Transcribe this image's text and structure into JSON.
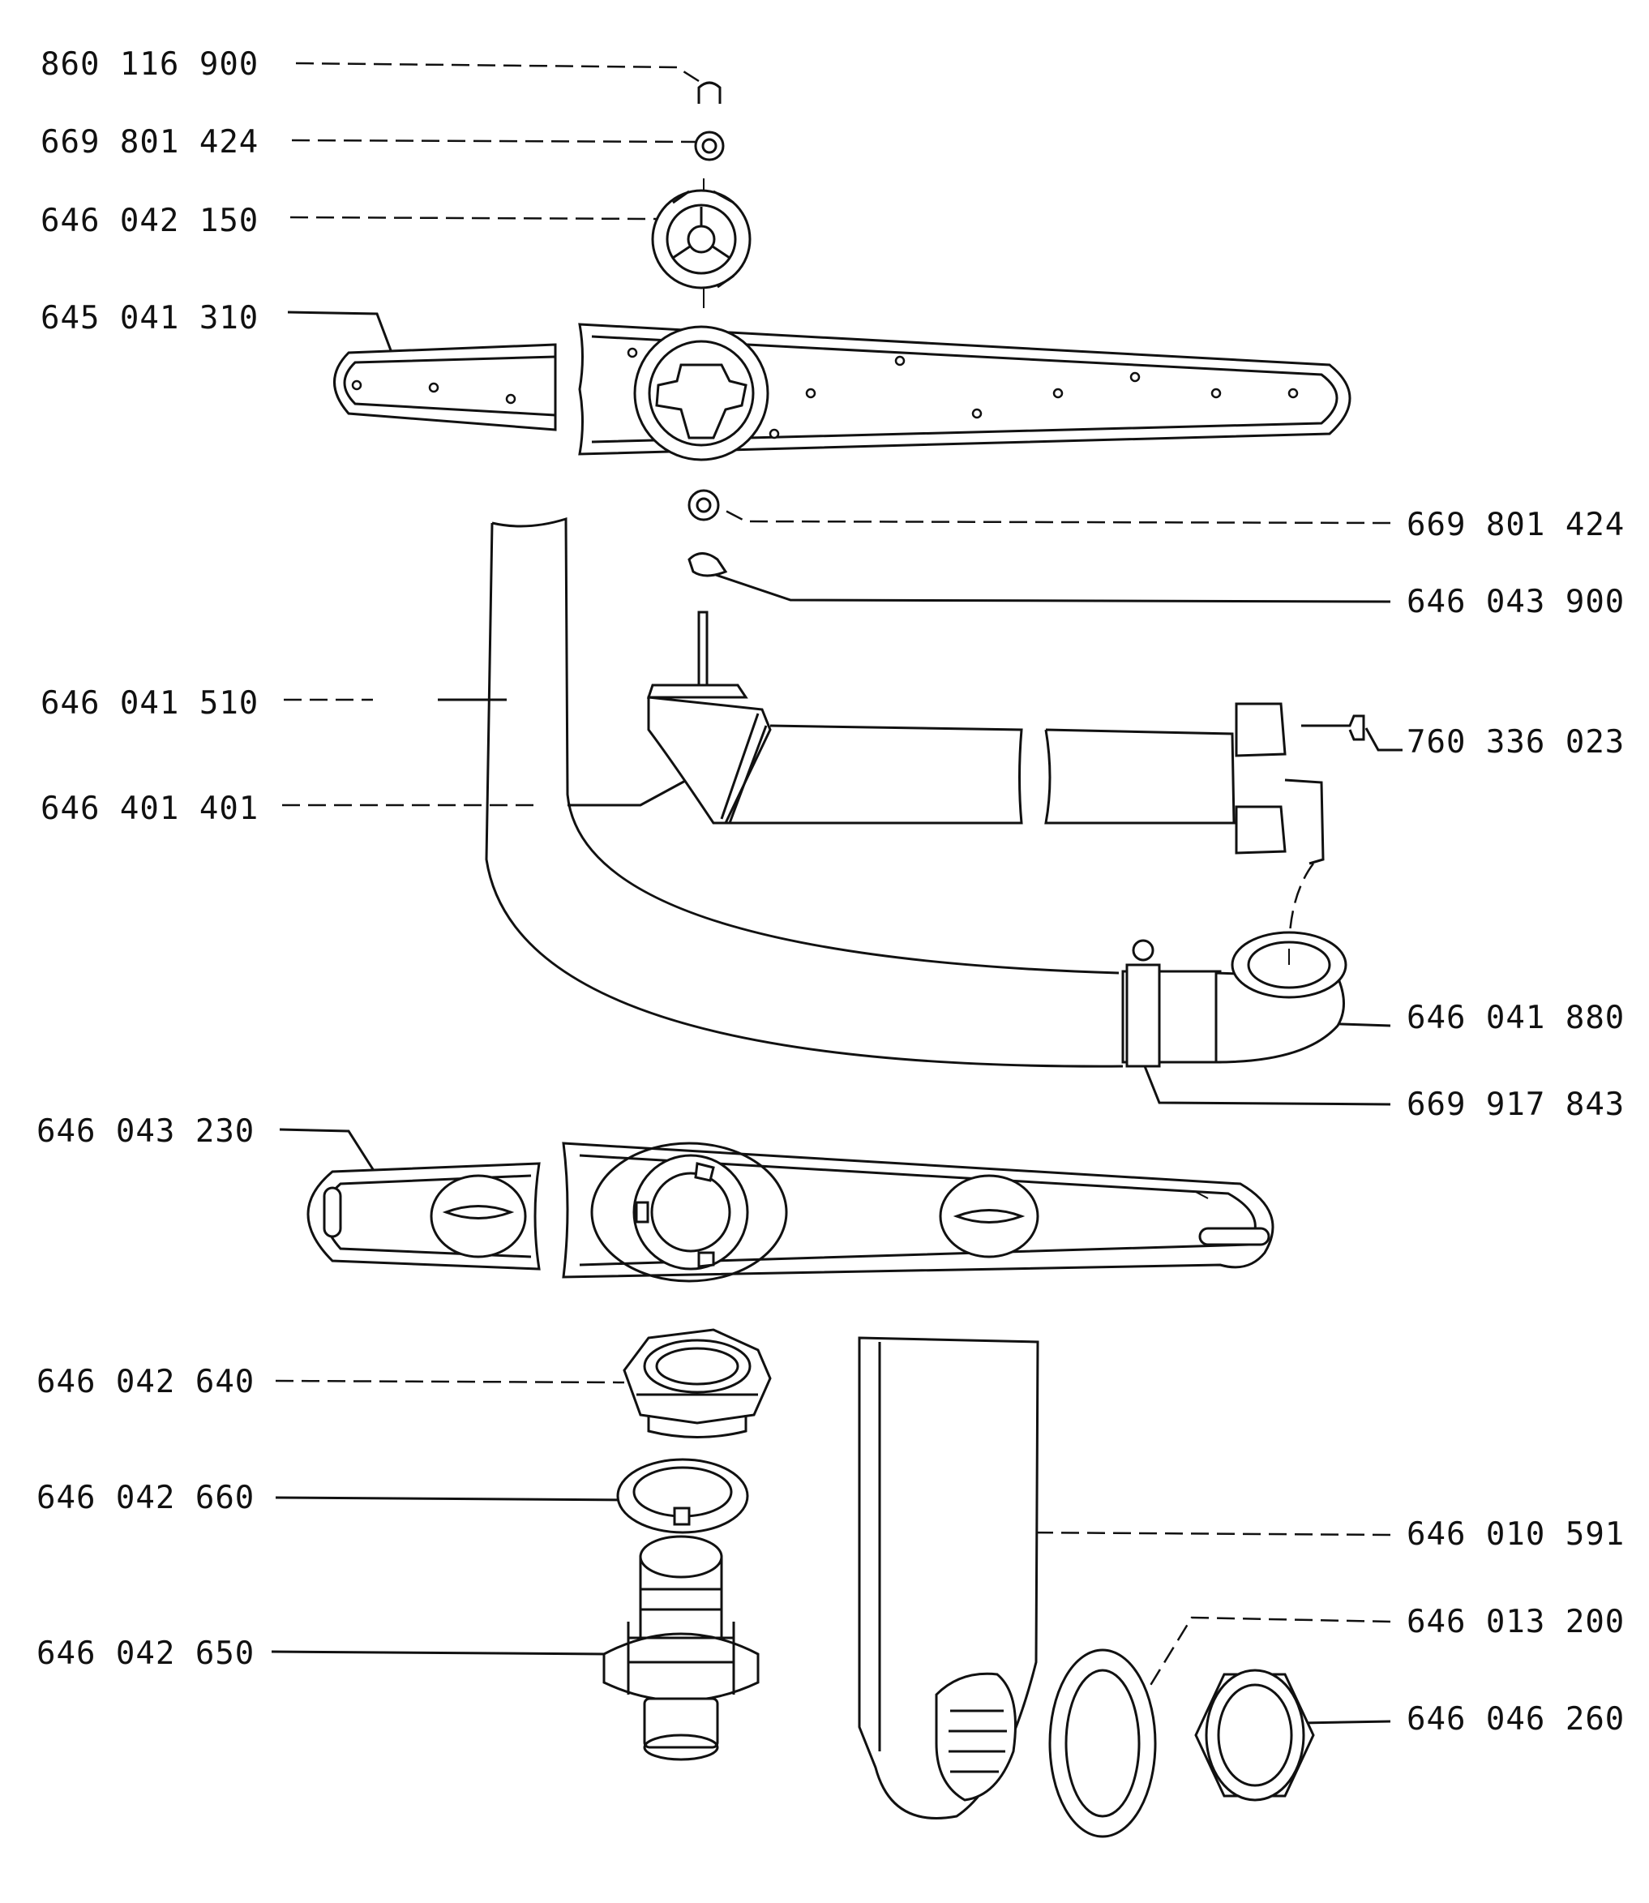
{
  "labels_left": [
    {
      "id": "lbl-860-116-900",
      "text": "860 116 900"
    },
    {
      "id": "lbl-669-801-424-top",
      "text": "669 801 424"
    },
    {
      "id": "lbl-646-042-150",
      "text": "646 042 150"
    },
    {
      "id": "lbl-645-041-310",
      "text": "645 041 310"
    },
    {
      "id": "lbl-646-041-510",
      "text": "646 041 510"
    },
    {
      "id": "lbl-646-401-401",
      "text": "646 401 401"
    },
    {
      "id": "lbl-646-043-230",
      "text": "646 043 230"
    },
    {
      "id": "lbl-646-042-640",
      "text": "646 042 640"
    },
    {
      "id": "lbl-646-042-660",
      "text": "646 042 660"
    },
    {
      "id": "lbl-646-042-650",
      "text": "646 042 650"
    }
  ],
  "labels_right": [
    {
      "id": "lbl-669-801-424-right",
      "text": "669 801 424"
    },
    {
      "id": "lbl-646-043-900",
      "text": "646 043 900"
    },
    {
      "id": "lbl-760-336-023",
      "text": "760 336 023"
    },
    {
      "id": "lbl-646-041-880",
      "text": "646 041 880"
    },
    {
      "id": "lbl-669-917-843",
      "text": "669 917 843"
    },
    {
      "id": "lbl-646-010-591",
      "text": "646 010 591"
    },
    {
      "id": "lbl-646-013-200",
      "text": "646 013 200"
    },
    {
      "id": "lbl-646-046-260",
      "text": "646 046 260"
    }
  ]
}
